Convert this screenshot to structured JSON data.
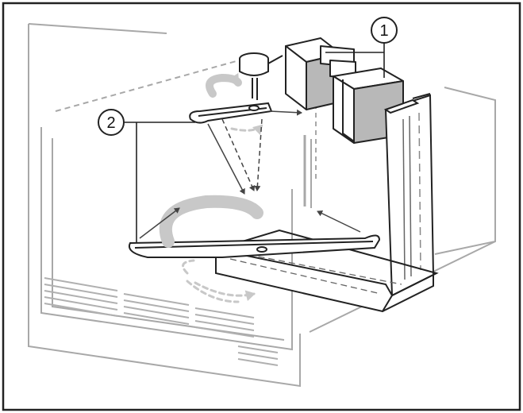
{
  "callouts": {
    "one": "1",
    "two": "2"
  },
  "colors": {
    "line": "#222222",
    "light_line": "#a8a8a8",
    "flow_arrow": "#c8c8c8",
    "magnetron_fill": "#b8b8b8",
    "border": "#222222"
  },
  "icons": [
    "magnetron",
    "waveguide",
    "stirrer-fan",
    "stirrer-antenna",
    "flow-arrows",
    "radiation-arrows"
  ]
}
